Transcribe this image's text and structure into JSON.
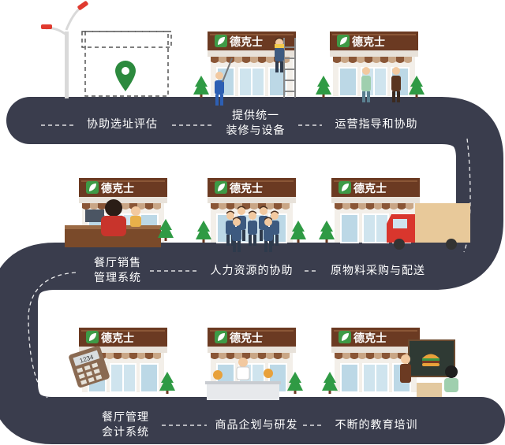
{
  "brand": {
    "name": "德克士"
  },
  "steps": [
    {
      "id": "site",
      "lines": [
        "协助选址评估"
      ]
    },
    {
      "id": "decor",
      "lines": [
        "提供统一",
        "装修与设备"
      ]
    },
    {
      "id": "ops",
      "lines": [
        "运营指导和协助"
      ]
    },
    {
      "id": "pos",
      "lines": [
        "餐厅销售",
        "管理系统"
      ]
    },
    {
      "id": "hr",
      "lines": [
        "人力资源的协助"
      ]
    },
    {
      "id": "supply",
      "lines": [
        "原物料采购与配送"
      ]
    },
    {
      "id": "acct",
      "lines": [
        "餐厅管理",
        "会计系统"
      ]
    },
    {
      "id": "rnd",
      "lines": [
        "商品企划与研发"
      ]
    },
    {
      "id": "edu",
      "lines": [
        "不断的教育培训"
      ]
    }
  ],
  "calculator": {
    "display": "1234"
  },
  "colors": {
    "road": "#3a3d4d",
    "store_brown": "#6b3a22",
    "leaf_green": "#3e9a46",
    "tree_green": "#2f9a44",
    "white": "#ffffff"
  }
}
